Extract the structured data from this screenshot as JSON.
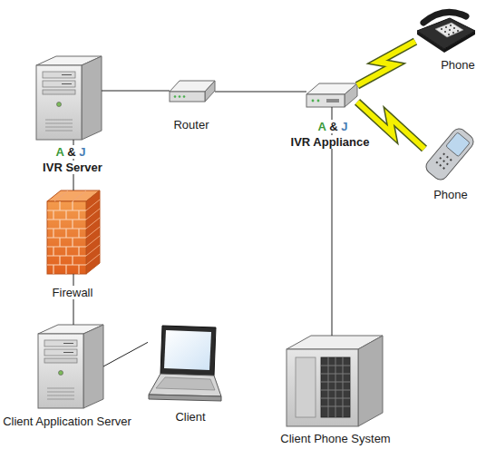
{
  "diagram": {
    "nodes": [
      {
        "text": [
          "Phone"
        ]
      },
      {
        "text": [
          "A & J",
          "IVR Server"
        ]
      },
      {
        "text": [
          "Router"
        ]
      },
      {
        "text": [
          "A & J",
          "IVR Appliance"
        ]
      },
      {
        "text": [
          "Phone"
        ]
      },
      {
        "text": [
          "Firewall"
        ]
      },
      {
        "text": [
          "Client Application Server"
        ]
      },
      {
        "text": [
          "Client"
        ]
      },
      {
        "text": [
          "Client Phone System"
        ]
      }
    ],
    "edges": [
      {
        "from": 1,
        "to": 2,
        "arrow": "none"
      },
      {
        "from": 2,
        "to": 3,
        "arrow": "none"
      },
      {
        "from": 3,
        "to": 0,
        "arrow": "none"
      },
      {
        "from": 3,
        "to": 4,
        "arrow": "none"
      },
      {
        "from": 3,
        "to": 8,
        "arrow": "none"
      },
      {
        "from": 1,
        "to": 5,
        "arrow": "none"
      },
      {
        "from": 5,
        "to": 6,
        "arrow": "none"
      },
      {
        "from": 6,
        "to": 7,
        "arrow": "none"
      }
    ]
  }
}
